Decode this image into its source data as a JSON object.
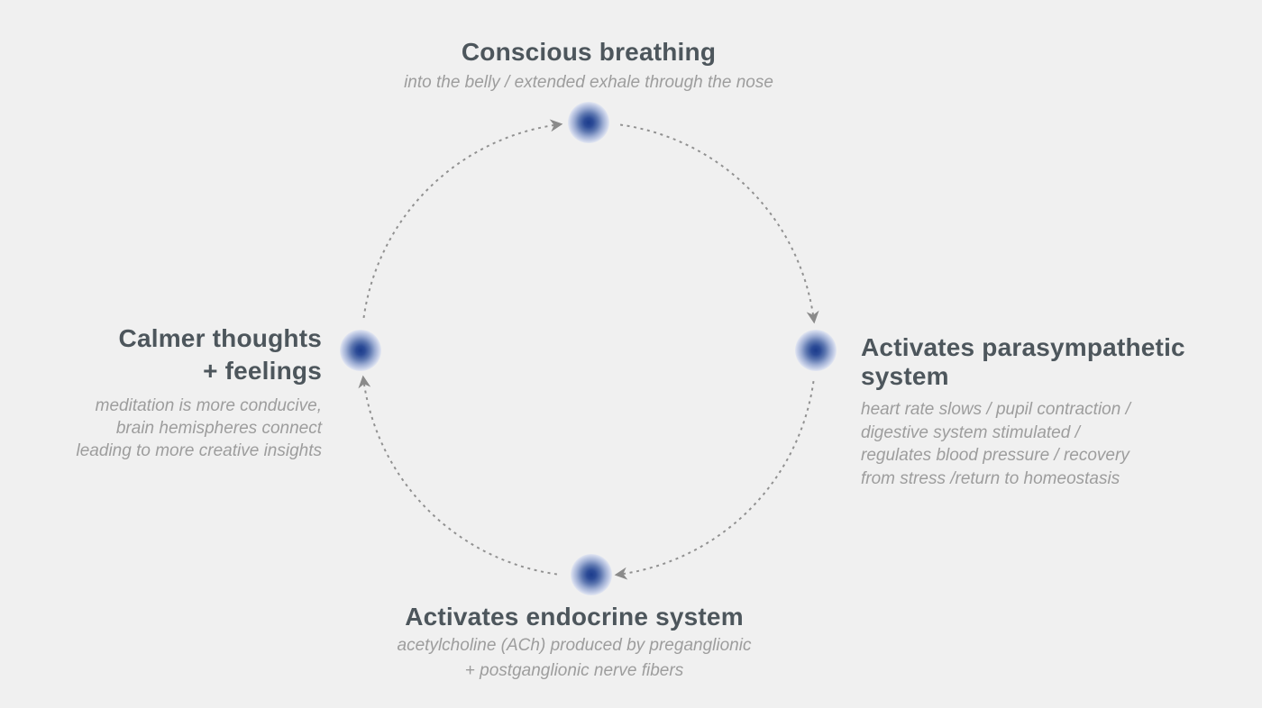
{
  "diagram": {
    "type": "cycle",
    "direction": "clockwise",
    "colors": {
      "background": "#f0f0f0",
      "title_text": "#4d565c",
      "subtitle_text": "#9d9d9d",
      "arrow_and_dash": "#919191",
      "node_center": "#1c3c8c",
      "node_edge": "#e3e7f2"
    },
    "nodes": {
      "top": {
        "title": "Conscious breathing",
        "subtitle": "into the belly / extended exhale through the nose"
      },
      "right": {
        "title_lines": [
          "Activates parasympathetic",
          "system"
        ],
        "subtitle_lines": [
          "heart rate slows / pupil contraction /",
          "digestive system stimulated /",
          "regulates blood pressure / recovery",
          "from stress /return to homeostasis"
        ]
      },
      "bottom": {
        "title": "Activates endocrine system",
        "subtitle_lines": [
          "acetylcholine (ACh) produced by preganglionic",
          "+ postganglionic nerve fibers"
        ]
      },
      "left": {
        "title_lines": [
          "Calmer thoughts",
          "+ feelings"
        ],
        "subtitle_lines": [
          "meditation is more conducive,",
          "brain hemispheres connect",
          "leading to more creative insights"
        ]
      }
    },
    "flow": [
      "Conscious breathing -> Activates parasympathetic system",
      "Activates parasympathetic system -> Activates endocrine system",
      "Activates endocrine system -> Calmer thoughts + feelings",
      "Calmer thoughts + feelings -> Conscious breathing"
    ]
  }
}
